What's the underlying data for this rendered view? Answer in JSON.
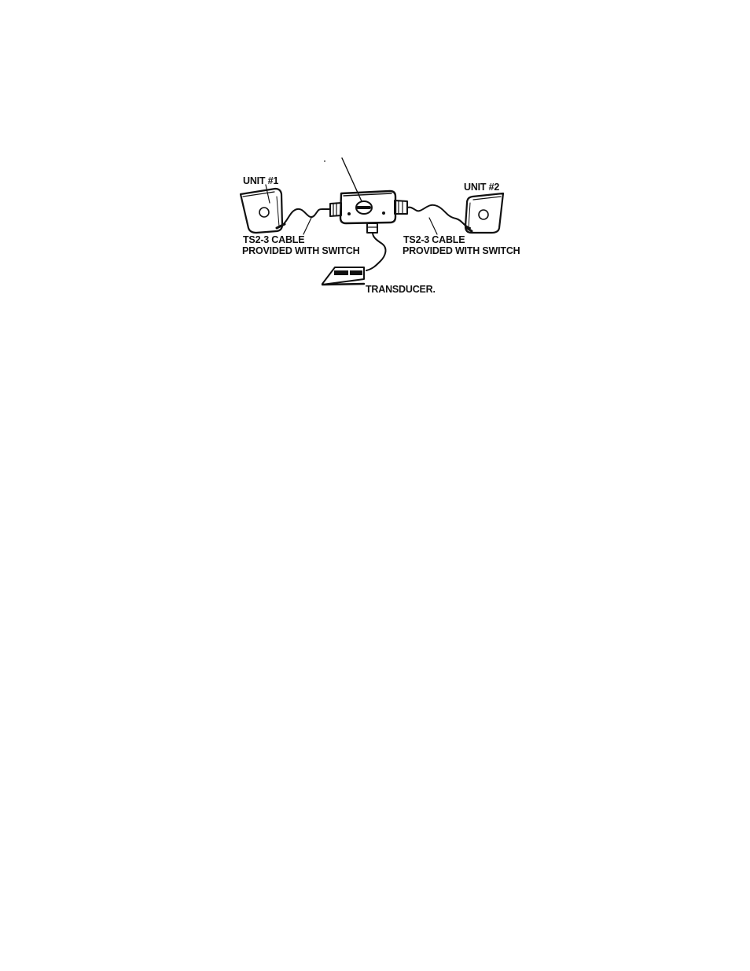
{
  "diagram": {
    "labels": {
      "unit1": "UNIT #1",
      "unit2": "UNIT #2",
      "cable1_line1": "TS2-3 CABLE",
      "cable1_line2": "PROVIDED WITH SWITCH",
      "cable2_line1": "TS2-3 CABLE",
      "cable2_line2": "PROVIDED WITH SWITCH",
      "transducer": "TRANSDUCER."
    },
    "colors": {
      "ink": "#111111",
      "paper": "#ffffff"
    }
  }
}
